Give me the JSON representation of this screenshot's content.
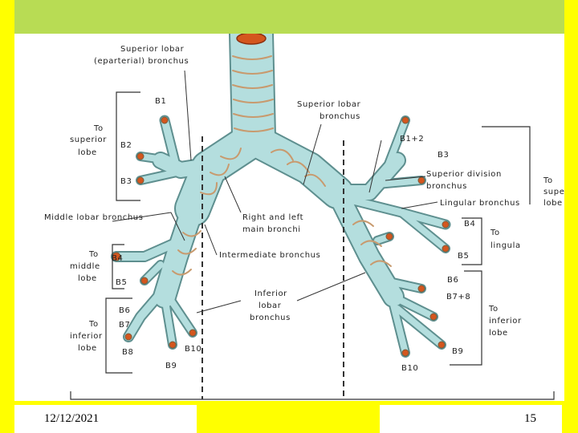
{
  "slide": {
    "date": "12/12/2021",
    "page_number": "15"
  },
  "labels": {
    "superior_lobar_eparterial_1": "Superior lobar",
    "superior_lobar_eparterial_2": "(eparterial) bronchus",
    "b1_left": "B1",
    "to_superior_lobe_1": "To",
    "to_superior_lobe_2": "superior",
    "to_superior_lobe_3": "lobe",
    "b2_left": "B2",
    "b3_left": "B3",
    "middle_lobar_bronchus": "Middle lobar bronchus",
    "to_middle_lobe_1": "To",
    "to_middle_lobe_2": "middle",
    "to_middle_lobe_3": "lobe",
    "b4_left": "B4",
    "b5_left": "B5",
    "b6_left": "B6",
    "b7_left": "B7",
    "to_inferior_lobe_left_1": "To",
    "to_inferior_lobe_left_2": "inferior",
    "to_inferior_lobe_left_3": "lobe",
    "b8_left": "B8",
    "b9_left": "B9",
    "b10_left": "B10",
    "superior_lobar_right_1": "Superior lobar",
    "superior_lobar_right_2": "bronchus",
    "b1_2_right": "B1+2",
    "b3_right": "B3",
    "superior_division_1": "Superior division",
    "superior_division_2": "bronchus",
    "to_superior_lobe_right_1": "To",
    "to_superior_lobe_right_2": "superi",
    "to_superior_lobe_right_3": "lobe",
    "lingular_bronchus": "Lingular bronchus",
    "b4_right": "B4",
    "to_lingula_1": "To",
    "to_lingula_2": "lingula",
    "b5_right": "B5",
    "right_left_main_1": "Right and left",
    "right_left_main_2": "main bronchi",
    "intermediate_bronchus": "Intermediate bronchus",
    "inferior_lobar_1": "Inferior",
    "inferior_lobar_2": "lobar",
    "inferior_lobar_3": "bronchus",
    "b6_right": "B6",
    "b7_8_right": "B7+8",
    "to_inferior_lobe_right_1": "To",
    "to_inferior_lobe_right_2": "inferior",
    "to_inferior_lobe_right_3": "lobe",
    "b9_right": "B9",
    "b10_right": "B10"
  },
  "colors": {
    "background": "#ffff00",
    "header_bar": "#b8dc54",
    "airway": "#b4dede",
    "airway_outline": "#5e8f8f",
    "cartilage_ring": "#c89a6e",
    "lumen": "#d4561e"
  }
}
